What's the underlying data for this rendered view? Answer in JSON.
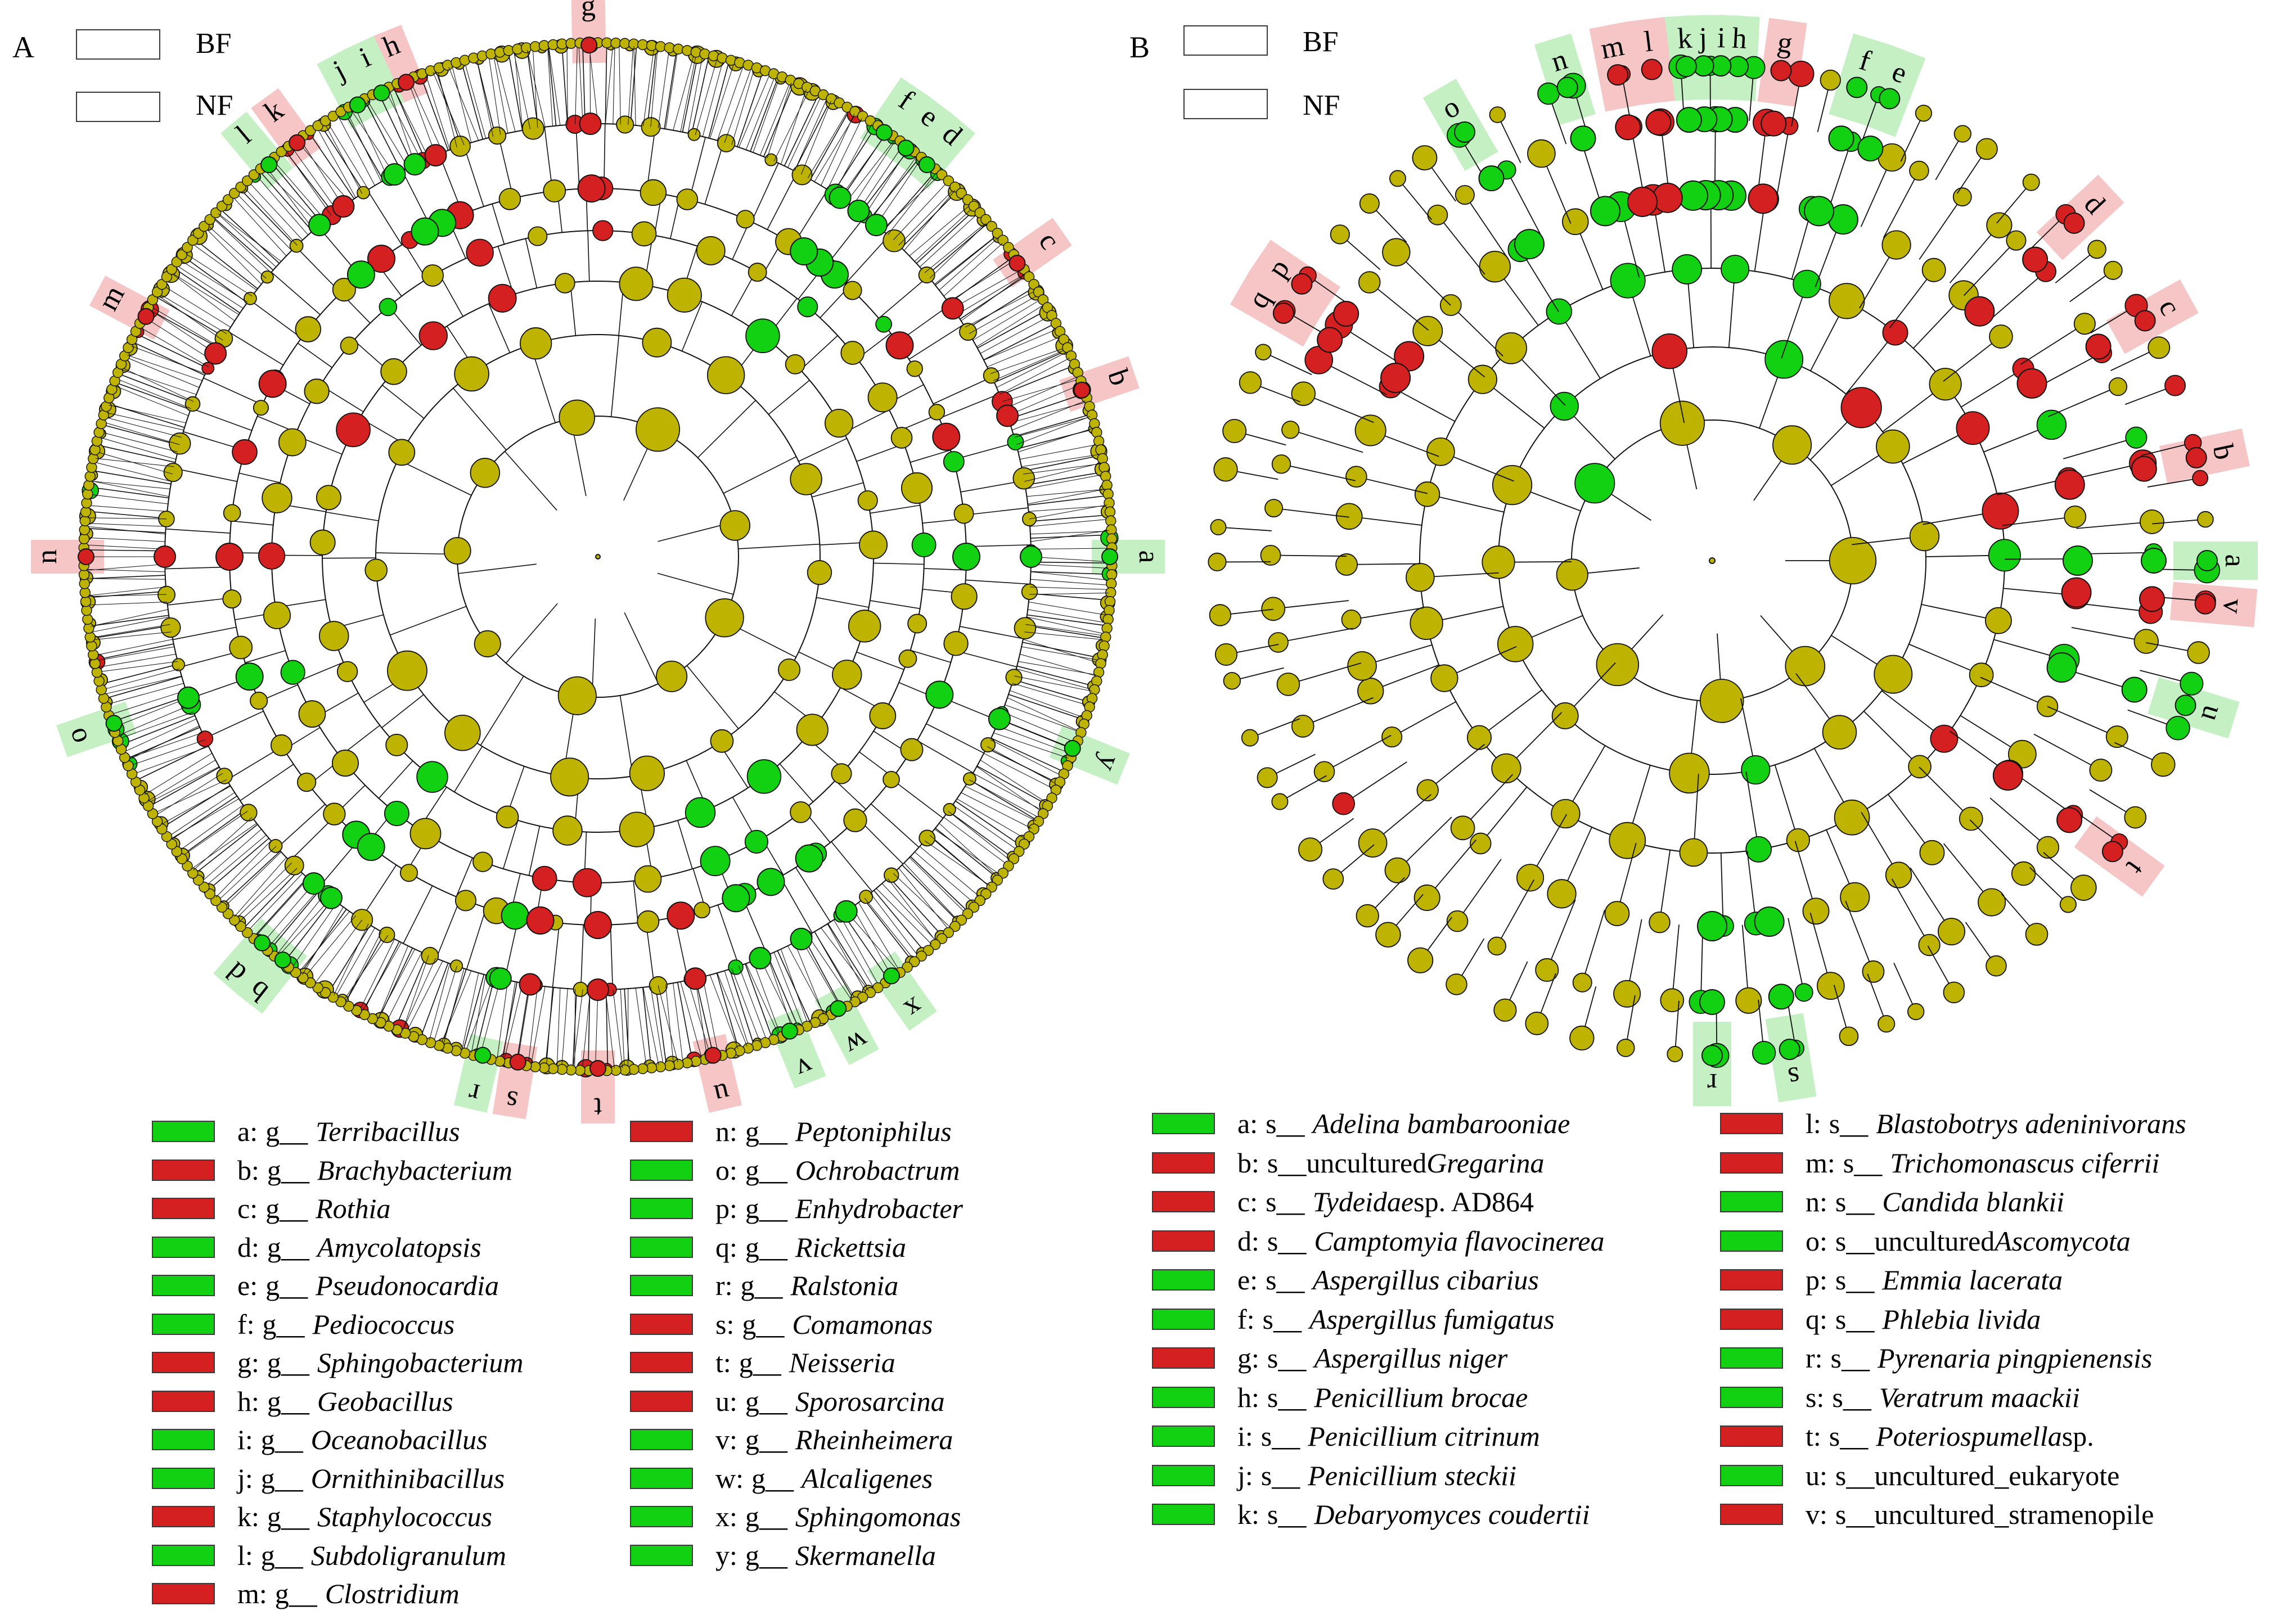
{
  "colors": {
    "enriched_BF": "#d42020",
    "enriched_NF": "#12d012",
    "nonsignificant": "#bdb300",
    "highlight_BF": "#f6c6c6",
    "highlight_NF": "#c4f0c4",
    "edge": "#111111"
  },
  "panelA": {
    "panel_label": "A",
    "key": [
      {
        "group": "BF",
        "color": "#d42020"
      },
      {
        "group": "NF",
        "color": "#12d012"
      }
    ],
    "legend": [
      {
        "key": "a:",
        "prefix": "g__",
        "taxon": "Terribacillus",
        "group": "NF"
      },
      {
        "key": "b:",
        "prefix": "g__",
        "taxon": "Brachybacterium",
        "group": "BF"
      },
      {
        "key": "c:",
        "prefix": "g__",
        "taxon": "Rothia",
        "group": "BF"
      },
      {
        "key": "d:",
        "prefix": "g__",
        "taxon": "Amycolatopsis",
        "group": "NF"
      },
      {
        "key": "e:",
        "prefix": "g__",
        "taxon": "Pseudonocardia",
        "group": "NF"
      },
      {
        "key": "f:",
        "prefix": "g__",
        "taxon": "Pediococcus",
        "group": "NF"
      },
      {
        "key": "g:",
        "prefix": "g__",
        "taxon": "Sphingobacterium",
        "group": "BF"
      },
      {
        "key": "h:",
        "prefix": "g__",
        "taxon": "Geobacillus",
        "group": "BF"
      },
      {
        "key": "i:",
        "prefix": "g__",
        "taxon": "Oceanobacillus",
        "group": "NF"
      },
      {
        "key": "j:",
        "prefix": "g__",
        "taxon": "Ornithinibacillus",
        "group": "NF"
      },
      {
        "key": "k:",
        "prefix": "g__",
        "taxon": "Staphylococcus",
        "group": "BF"
      },
      {
        "key": "l:",
        "prefix": "g__",
        "taxon": "Subdoligranulum",
        "group": "NF"
      },
      {
        "key": "m:",
        "prefix": "g__",
        "taxon": "Clostridium",
        "group": "BF"
      },
      {
        "key": "n:",
        "prefix": "g__",
        "taxon": "Peptoniphilus",
        "group": "BF"
      },
      {
        "key": "o:",
        "prefix": "g__",
        "taxon": "Ochrobactrum",
        "group": "NF"
      },
      {
        "key": "p:",
        "prefix": "g__",
        "taxon": "Enhydrobacter",
        "group": "NF"
      },
      {
        "key": "q:",
        "prefix": "g__",
        "taxon": "Rickettsia",
        "group": "NF"
      },
      {
        "key": "r:",
        "prefix": "g__",
        "taxon": "Ralstonia",
        "group": "NF"
      },
      {
        "key": "s:",
        "prefix": "g__",
        "taxon": "Comamonas",
        "group": "BF"
      },
      {
        "key": "t:",
        "prefix": "g__",
        "taxon": "Neisseria",
        "group": "BF"
      },
      {
        "key": "u:",
        "prefix": "g__",
        "taxon": "Sporosarcina",
        "group": "BF"
      },
      {
        "key": "v:",
        "prefix": "g__",
        "taxon": "Rheinheimera",
        "group": "NF"
      },
      {
        "key": "w:",
        "prefix": "g__",
        "taxon": "Alcaligenes",
        "group": "NF"
      },
      {
        "key": "x:",
        "prefix": "g__",
        "taxon": "Sphingomonas",
        "group": "NF"
      },
      {
        "key": "y:",
        "prefix": "g__",
        "taxon": "Skermanella",
        "group": "NF"
      }
    ],
    "tree": {
      "clades": [
        {
          "label": "a",
          "group": "NF",
          "angle": 0
        },
        {
          "label": "b",
          "group": "BF",
          "angle": -19
        },
        {
          "label": "c",
          "group": "BF",
          "angle": -35
        },
        {
          "label": "d",
          "group": "NF",
          "angle": -50
        },
        {
          "label": "e",
          "group": "NF",
          "angle": -53
        },
        {
          "label": "f",
          "group": "NF",
          "angle": -56
        },
        {
          "label": "g",
          "group": "BF",
          "angle": -91
        },
        {
          "label": "h",
          "group": "BF",
          "angle": -112
        },
        {
          "label": "i",
          "group": "NF",
          "angle": -115
        },
        {
          "label": "j",
          "group": "NF",
          "angle": -118
        },
        {
          "label": "k",
          "group": "BF",
          "angle": -126
        },
        {
          "label": "l",
          "group": "NF",
          "angle": -130
        },
        {
          "label": "m",
          "group": "BF",
          "angle": -152
        },
        {
          "label": "n",
          "group": "BF",
          "angle": 180
        },
        {
          "label": "o",
          "group": "NF",
          "angle": 161
        },
        {
          "label": "d",
          "group": "NF",
          "angle": 131
        },
        {
          "label": "b",
          "group": "NF",
          "angle": 128
        },
        {
          "label": "r",
          "group": "NF",
          "angle": 103
        },
        {
          "label": "s",
          "group": "BF",
          "angle": 99
        },
        {
          "label": "t",
          "group": "BF",
          "angle": 90
        },
        {
          "label": "u",
          "group": "BF",
          "angle": 77
        },
        {
          "label": "v",
          "group": "NF",
          "angle": 68
        },
        {
          "label": "w",
          "group": "NF",
          "angle": 62
        },
        {
          "label": "x",
          "group": "NF",
          "angle": 55
        },
        {
          "label": "y",
          "group": "NF",
          "angle": 22
        }
      ]
    }
  },
  "panelB": {
    "panel_label": "B",
    "key": [
      {
        "group": "BF",
        "color": "#d42020"
      },
      {
        "group": "NF",
        "color": "#12d012"
      }
    ],
    "legend": [
      {
        "key": "a:",
        "prefix": "s__",
        "taxon": "Adelina bambarooniae",
        "group": "NF"
      },
      {
        "key": "b:",
        "prefix": "s__",
        "upright": "uncultured ",
        "taxon": "Gregarina",
        "group": "BF"
      },
      {
        "key": "c:",
        "prefix": "s__",
        "taxon": "Tydeidae",
        "suffix": " sp. AD864",
        "group": "BF"
      },
      {
        "key": "d:",
        "prefix": "s__",
        "taxon": "Camptomyia flavocinerea",
        "group": "BF"
      },
      {
        "key": "e:",
        "prefix": "s__",
        "taxon": "Aspergillus cibarius",
        "group": "NF"
      },
      {
        "key": "f:",
        "prefix": "s__",
        "taxon": "Aspergillus fumigatus",
        "group": "NF"
      },
      {
        "key": "g:",
        "prefix": "s__",
        "taxon": "Aspergillus niger",
        "group": "BF"
      },
      {
        "key": "h:",
        "prefix": "s__",
        "taxon": "Penicillium brocae",
        "group": "NF"
      },
      {
        "key": "i:",
        "prefix": "s__",
        "taxon": "Penicillium citrinum",
        "group": "NF"
      },
      {
        "key": "j:",
        "prefix": "s__",
        "taxon": "Penicillium steckii",
        "group": "NF"
      },
      {
        "key": "k:",
        "prefix": "s__",
        "taxon": "Debaryomyces coudertii",
        "group": "NF"
      },
      {
        "key": "l:",
        "prefix": "s__",
        "taxon": "Blastobotrys adeninivorans",
        "group": "BF"
      },
      {
        "key": "m:",
        "prefix": "s__",
        "taxon": "Trichomonascus ciferrii",
        "group": "BF"
      },
      {
        "key": "n:",
        "prefix": "s__",
        "taxon": "Candida blankii",
        "group": "NF"
      },
      {
        "key": "o:",
        "prefix": "s__",
        "upright": "uncultured ",
        "taxon": "Ascomycota",
        "group": "NF"
      },
      {
        "key": "p:",
        "prefix": "s__",
        "taxon": "Emmia lacerata",
        "group": "BF"
      },
      {
        "key": "q:",
        "prefix": "s__",
        "taxon": "Phlebia livida",
        "group": "BF"
      },
      {
        "key": "r:",
        "prefix": "s__",
        "taxon": "Pyrenaria pingpienensis",
        "group": "NF"
      },
      {
        "key": "s:",
        "prefix": "s__",
        "taxon": "Veratrum maackii",
        "group": "NF"
      },
      {
        "key": "t:",
        "prefix": "s__",
        "taxon": "Poteriospumella",
        "suffix": " sp.",
        "group": "BF"
      },
      {
        "key": "u:",
        "prefix": "s__",
        "upright": "uncultured_eukaryote",
        "group": "NF"
      },
      {
        "key": "v:",
        "prefix": "s__",
        "upright": "uncultured_stramenopile",
        "group": "BF"
      }
    ],
    "tree": {
      "clades": [
        {
          "label": "a",
          "group": "NF",
          "angle": 0
        },
        {
          "label": "v",
          "group": "BF",
          "angle": 5
        },
        {
          "label": "b",
          "group": "BF",
          "angle": -12
        },
        {
          "label": "c",
          "group": "BF",
          "angle": -29
        },
        {
          "label": "d",
          "group": "BF",
          "angle": -43
        },
        {
          "label": "e",
          "group": "NF",
          "angle": -69
        },
        {
          "label": "f",
          "group": "NF",
          "angle": -73
        },
        {
          "label": "g",
          "group": "BF",
          "angle": -82
        },
        {
          "label": "h",
          "group": "NF",
          "angle": -87
        },
        {
          "label": "i",
          "group": "NF",
          "angle": -89
        },
        {
          "label": "j",
          "group": "NF",
          "angle": -91
        },
        {
          "label": "k",
          "group": "NF",
          "angle": -93
        },
        {
          "label": "l",
          "group": "BF",
          "angle": -97
        },
        {
          "label": "m",
          "group": "BF",
          "angle": -101
        },
        {
          "label": "n",
          "group": "NF",
          "angle": -107
        },
        {
          "label": "o",
          "group": "NF",
          "angle": -120
        },
        {
          "label": "p",
          "group": "BF",
          "angle": -146
        },
        {
          "label": "q",
          "group": "BF",
          "angle": -150
        },
        {
          "label": "u",
          "group": "NF",
          "angle": 17
        },
        {
          "label": "t",
          "group": "BF",
          "angle": 36
        },
        {
          "label": "s",
          "group": "NF",
          "angle": 81
        },
        {
          "label": "r",
          "group": "NF",
          "angle": 90
        }
      ]
    }
  }
}
